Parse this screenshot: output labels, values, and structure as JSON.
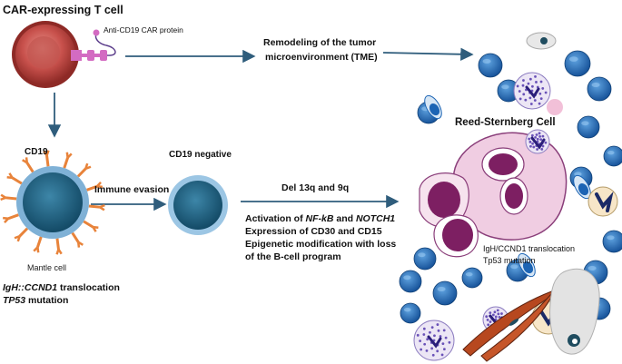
{
  "labels": {
    "title": "CAR-expressing T cell",
    "car_protein": "Anti-CD19 CAR protein",
    "remodel_line1": "Remodeling of the tumor",
    "remodel_line2": "microenvironment (TME)",
    "cd19": "CD19",
    "cd19_negative": "CD19 negative",
    "immune_evasion": "Immune evasion",
    "mantle_cell": "Mantle cell",
    "mantle_line1_gene": "IgH::CCND1",
    "mantle_line1_rest": " translocation",
    "mantle_line2_gene": "TP53",
    "mantle_line2_rest": " mutation",
    "del": "Del 13q and 9q",
    "activation_prefix": "Activation of ",
    "nfkb": "NF-kB",
    "and": " and ",
    "notch1": "NOTCH1",
    "expression": "Expression of CD30 and CD15",
    "epigenetic_line1": "Epigenetic modification with loss",
    "epigenetic_line2": "of the B-cell program",
    "reed_sternberg": "Reed-Sternberg Cell",
    "rs_line1": "IgH/CCND1 translocation",
    "rs_line2": "Tp53 mutation"
  },
  "colors": {
    "arrow": "#2f5d7c",
    "tcell_outer": "#8e2a26",
    "tcell_inner": "#c8514c",
    "car_bead": "#d36bc2",
    "spike": "#e8833a",
    "mantle_nucleus": "#1d5e7e",
    "rs_body": "#f0cde2",
    "rs_nucleus": "#7d1f62",
    "lymphocyte": "#1c64b4"
  }
}
